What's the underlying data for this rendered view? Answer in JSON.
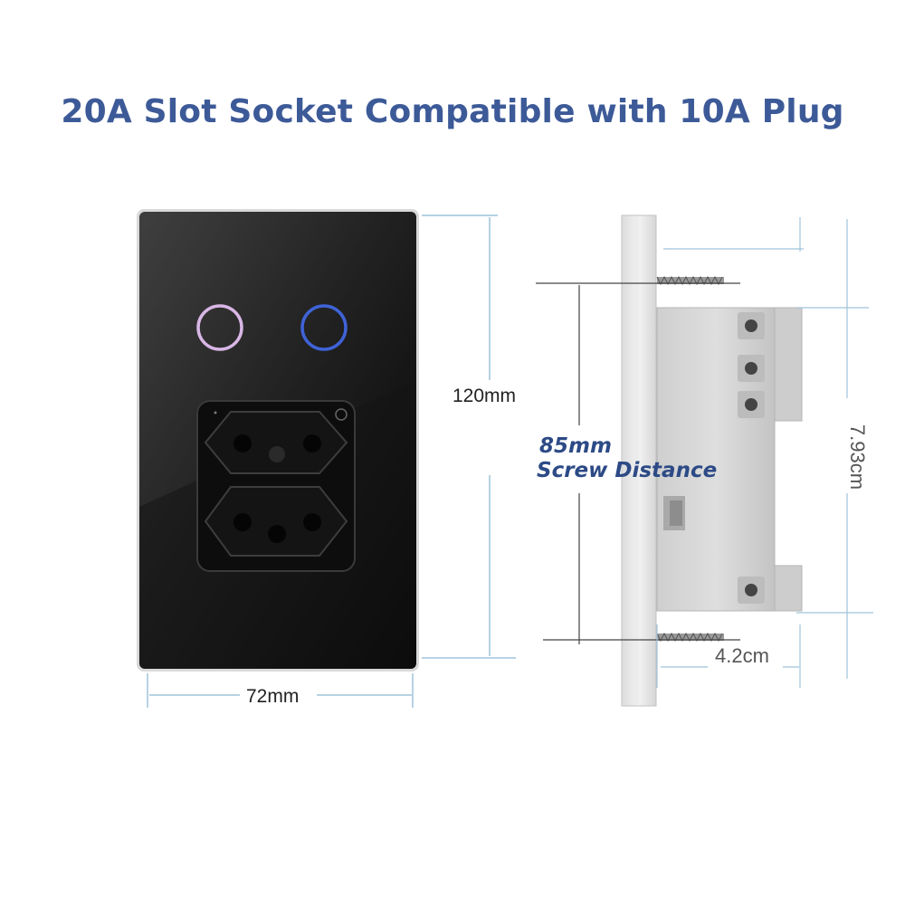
{
  "title": "20A Slot Socket Compatible with 10A Plug",
  "dimensions": {
    "width_label": "72mm",
    "height_label": "120mm",
    "screw_distance_value": "85mm",
    "screw_distance_caption": "Screw Distance",
    "depth_label": "4.2cm",
    "side_height_label": "7.93cm"
  },
  "front_panel": {
    "color": "#151515",
    "touch_buttons": [
      {
        "name": "touch-button-left",
        "ring_color": "#d8b6e6"
      },
      {
        "name": "touch-button-right",
        "ring_color": "#3f63d8"
      }
    ],
    "outlets": [
      "upper-outlet",
      "lower-outlet"
    ]
  },
  "colors": {
    "title": "#3d5a98",
    "dimension_lines": "#9fc3da",
    "screw_label": "#2c4a86"
  }
}
